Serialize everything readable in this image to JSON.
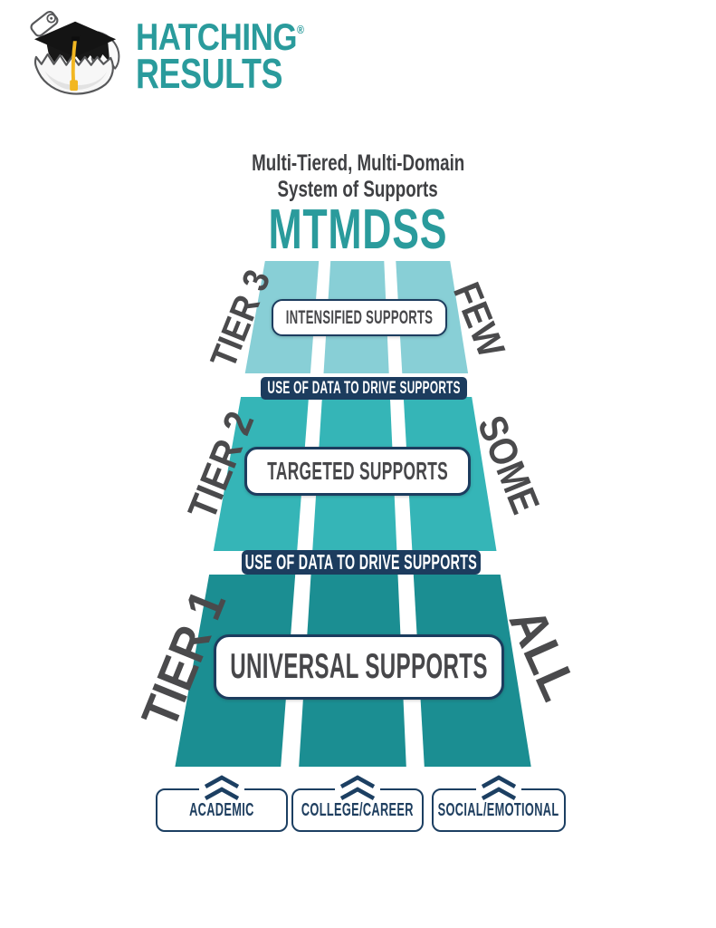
{
  "brand": {
    "line1": "HATCHING",
    "line2": "RESULTS",
    "registered_mark": "®",
    "teal": "#2a9b9c",
    "logo_icon": "egg-graduation-cap"
  },
  "title": {
    "line1": "Multi-Tiered, Multi-Domain",
    "line2": "System of Supports",
    "acronym": "MTMDSS"
  },
  "tiers": [
    {
      "label": "TIER 3",
      "support_label": "INTENSIFIED SUPPORTS",
      "population_label": "FEW",
      "color": "#88cfd6"
    },
    {
      "label": "TIER 2",
      "support_label": "TARGETED SUPPORTS",
      "population_label": "SOME",
      "color": "#35b5b7"
    },
    {
      "label": "TIER 1",
      "support_label": "UNIVERSAL SUPPORTS",
      "population_label": "ALL",
      "color": "#1b8e92"
    }
  ],
  "data_bands": [
    {
      "label": "USE OF DATA TO DRIVE SUPPORTS"
    },
    {
      "label": "USE OF DATA TO DRIVE SUPPORTS"
    }
  ],
  "domains": [
    {
      "label": "ACADEMIC"
    },
    {
      "label": "COLLEGE/CAREER"
    },
    {
      "label": "SOCIAL/EMOTIONAL"
    }
  ],
  "colors": {
    "navy": "#1c3c5e",
    "label_gray": "#4a4a4c",
    "support_text_gray": "#47474a",
    "title_gray": "#3f4043",
    "tassel_yellow": "#f2b722"
  }
}
